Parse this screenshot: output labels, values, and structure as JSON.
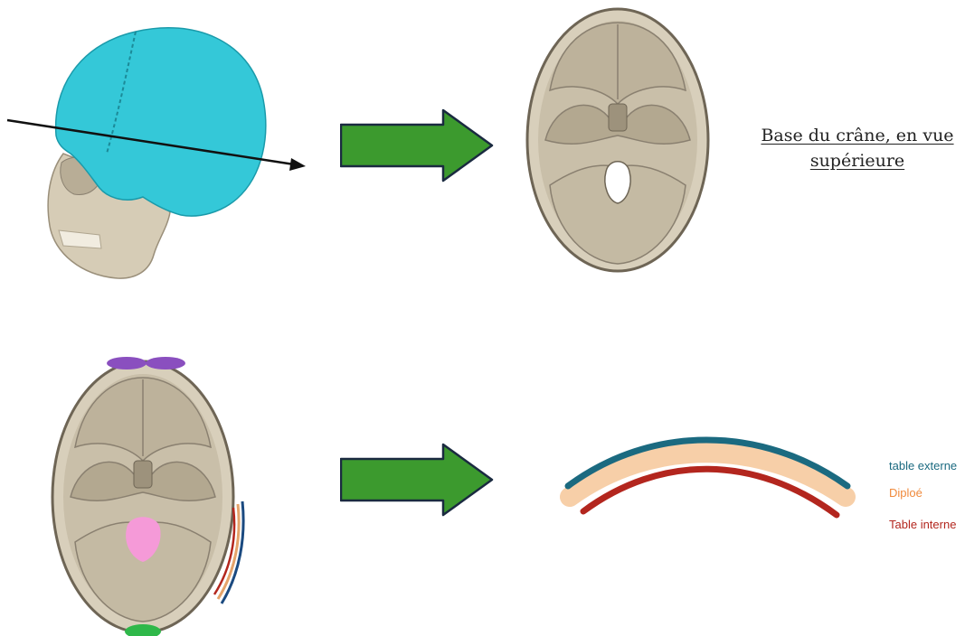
{
  "caption": {
    "line1": "Base du crâne, en vue",
    "line2": "supérieure"
  },
  "legend": {
    "table_externe": "table externe",
    "diploe": "Diploé",
    "table_interne": "Table interne"
  },
  "colors": {
    "skull_cap": "#34c8d8",
    "bone": "#cfc6b2",
    "bone_dark": "#8a8070",
    "arrow_fill": "#3c9a2e",
    "arrow_stroke": "#1a2a40",
    "table_externe": "#1b6a80",
    "diploe": "#f7cfa8",
    "table_interne": "#b3261e",
    "highlight_purple": "#8a4fbf",
    "highlight_pink": "#f59ad8",
    "highlight_green": "#2fb84a"
  }
}
